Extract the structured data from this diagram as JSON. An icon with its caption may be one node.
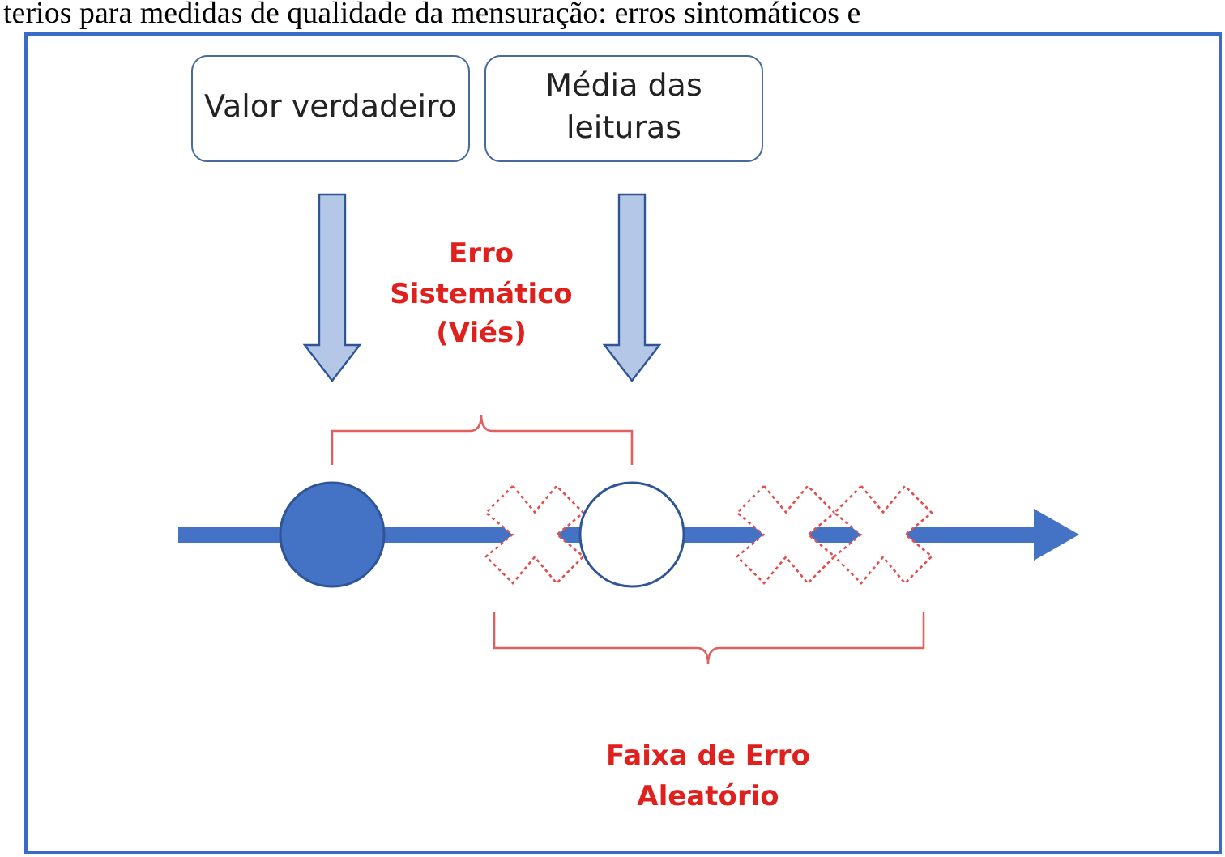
{
  "diagram": {
    "title": "terios para medidas de qualidade da mensuração: erros sintomáticos e",
    "nodes": [
      {
        "text": [
          "Valor verdadeiro"
        ]
      },
      {
        "text": [
          "Média das leituras"
        ]
      },
      {
        "text": [],
        "shape": "circle"
      },
      {
        "text": [],
        "shape": "cross"
      },
      {
        "text": [],
        "shape": "circle"
      },
      {
        "text": [],
        "shape": "cross"
      },
      {
        "text": [],
        "shape": "cross"
      }
    ],
    "edges": [
      {
        "from": 0,
        "to": 2,
        "arrow": "to"
      },
      {
        "from": 1,
        "to": 4,
        "arrow": "to"
      }
    ],
    "labels": [
      "Erro Sistemático (Viés)",
      "Faixa de Erro Aleatório"
    ]
  }
}
